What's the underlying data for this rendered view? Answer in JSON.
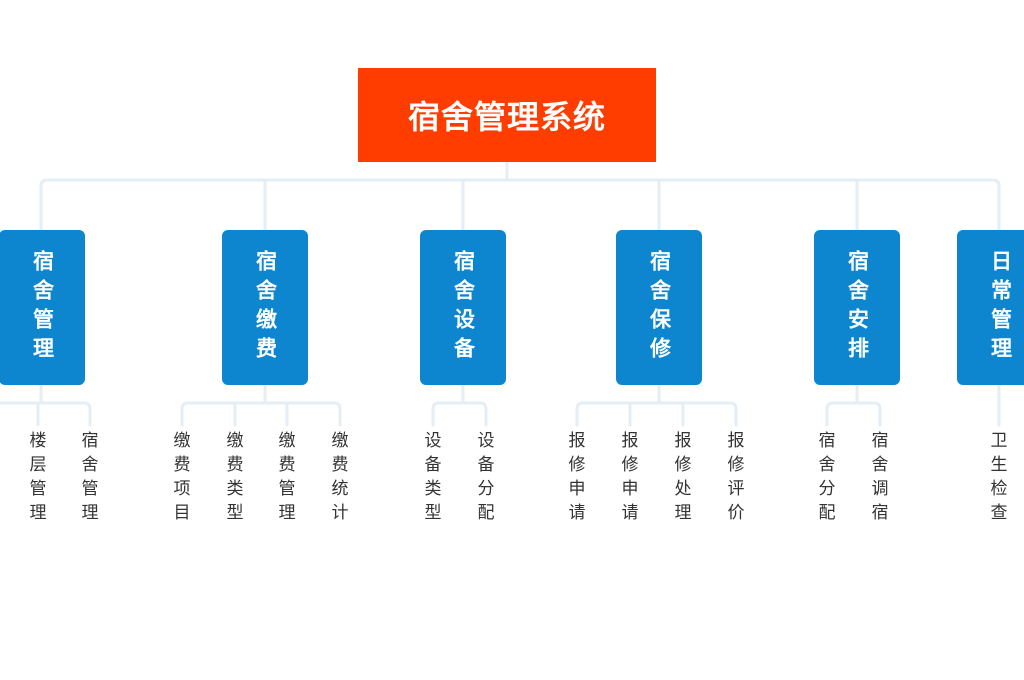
{
  "colors": {
    "root_fill": "#ff3d00",
    "category_fill": "#0d86cf",
    "connector": "#e3eef7",
    "leaf_text": "#333333"
  },
  "root": {
    "label": "宿舍管理系统"
  },
  "categories": [
    {
      "label": "宿舍管理",
      "children": [
        "楼层管理",
        "宿舍管理"
      ]
    },
    {
      "label": "宿舍缴费",
      "children": [
        "缴费项目",
        "缴费类型",
        "缴费管理",
        "缴费统计"
      ]
    },
    {
      "label": "宿舍设备",
      "children": [
        "设备类型",
        "设备分配"
      ]
    },
    {
      "label": "宿舍保修",
      "children": [
        "报修申请",
        "报修申请",
        "报修处理",
        "报修评价"
      ]
    },
    {
      "label": "宿舍安排",
      "children": [
        "宿舍分配",
        "宿舍调宿"
      ]
    },
    {
      "label": "日常管理",
      "children": [
        "卫生检查"
      ]
    }
  ]
}
